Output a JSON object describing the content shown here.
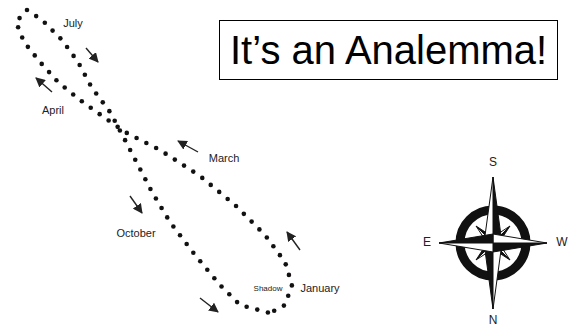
{
  "diagram": {
    "nodes": [
      {
        "text": [
          "It’s an Analemma!"
        ]
      }
    ],
    "labels": [
      "July",
      "April",
      "March",
      "October",
      "Shadow",
      "January",
      "S",
      "E",
      "W",
      "N"
    ]
  }
}
